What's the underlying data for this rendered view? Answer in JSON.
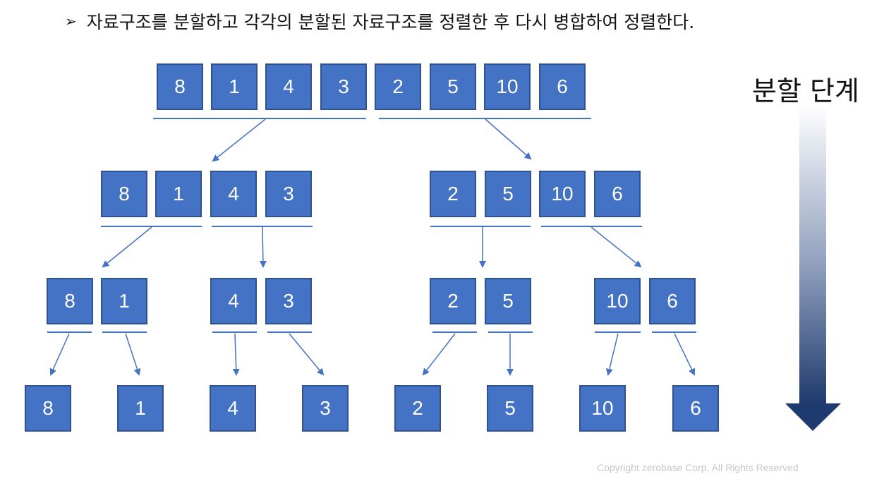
{
  "header": {
    "bullet_icon": "arrowhead-bullet-icon",
    "text": "자료구조를 분할하고 각각의 분할된 자료구조를 정렬한 후 다시 병합하여 정렬한다."
  },
  "levels": [
    [
      "8",
      "1",
      "4",
      "3",
      "2",
      "5",
      "10",
      "6"
    ],
    [
      "8",
      "1",
      "4",
      "3",
      "2",
      "5",
      "10",
      "6"
    ],
    [
      "8",
      "1",
      "4",
      "3",
      "2",
      "5",
      "10",
      "6"
    ],
    [
      "8",
      "1",
      "4",
      "3",
      "2",
      "5",
      "10",
      "6"
    ]
  ],
  "stage_label": "분할 단계",
  "copyright": "Copyright zerobase Corp. All Rights Reserved",
  "colors": {
    "box_fill": "#4472C4",
    "box_border": "#2F528F",
    "line": "#4472C4",
    "arrow_dark": "#1F3A6E"
  }
}
